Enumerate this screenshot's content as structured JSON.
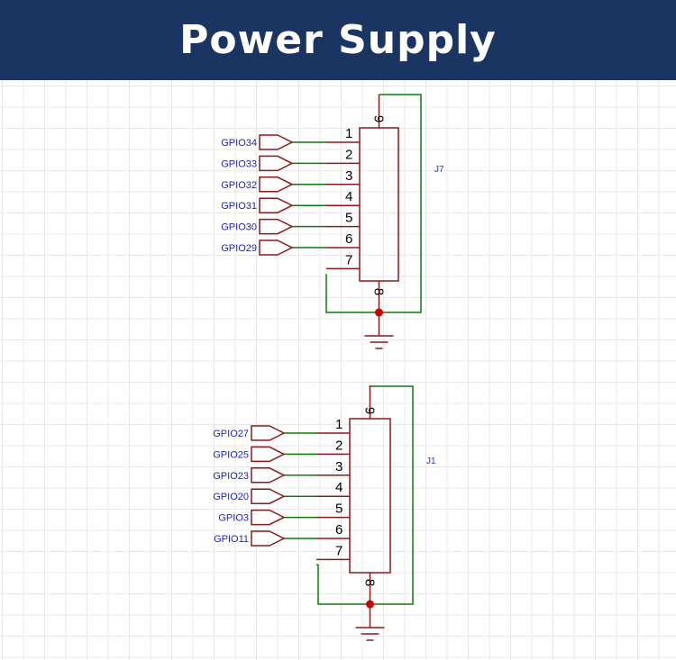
{
  "header": {
    "title": "Power Supply"
  },
  "colors": {
    "header_bg": "#1a3561",
    "component": "#8b1a1a",
    "wire": "#0a7d0a",
    "net_label": "#1f24b8",
    "junction": "#d40000"
  },
  "connectors": [
    {
      "ref": "J7",
      "pins": [
        "1",
        "2",
        "3",
        "4",
        "5",
        "6",
        "7",
        "8",
        "9"
      ],
      "nets": [
        "GPIO34",
        "GPIO33",
        "GPIO32",
        "GPIO31",
        "GPIO30",
        "GPIO29"
      ]
    },
    {
      "ref": "J1",
      "pins": [
        "1",
        "2",
        "3",
        "4",
        "5",
        "6",
        "7",
        "8",
        "9"
      ],
      "nets": [
        "GPIO27",
        "GPIO25",
        "GPIO23",
        "GPIO20",
        "GPIO3",
        "GPIO11"
      ]
    }
  ]
}
